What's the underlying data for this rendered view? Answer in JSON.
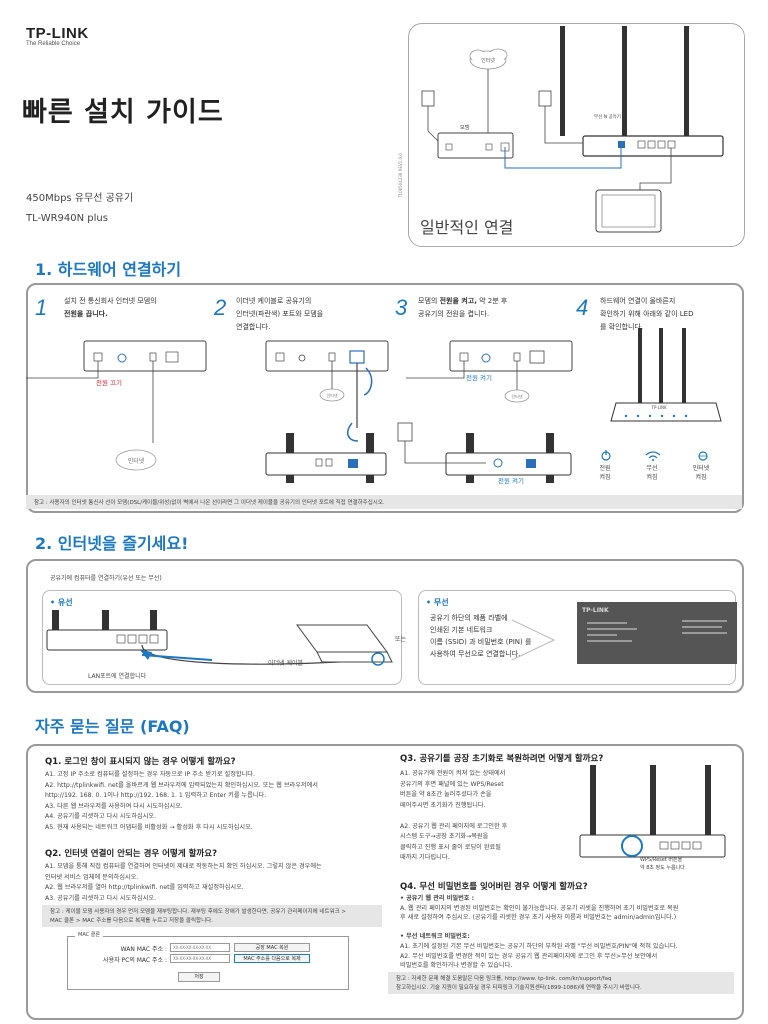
{
  "brand": {
    "logo": "TP-LINK",
    "tagline": "The Reliable Choice"
  },
  "header": {
    "title": "빠른 설치 가이드",
    "model_line1": "450Mbps 유무선 공유기",
    "model_line2": "TL-WR940N  plus",
    "side_code": "7106504238 REV1.0.0"
  },
  "overview": {
    "label": "일반적인 연결",
    "internet": "인터넷",
    "modem": "모뎀",
    "router": "무선 N 공유기"
  },
  "section1": {
    "heading": "1. 하드웨어 연결하기",
    "steps": [
      {
        "num": "1",
        "text_a": "설치 전 통신회사 인터넷 모뎀의",
        "text_b": "전원을 끕니다."
      },
      {
        "num": "2",
        "text_a": "이더넷 케이블로 공유기의",
        "text_b": "인터넷(파란색) 포트와 모뎀을",
        "text_c": "연결합니다."
      },
      {
        "num": "3",
        "text_a": "모뎀의",
        "text_bold": "전원을 켜고,",
        "text_a2": " 약 2분 후",
        "text_b": "공유기의 전원을 켭니다."
      },
      {
        "num": "4",
        "text_a": "하드웨어 연결이 올바른지",
        "text_b": "확인하기 위해 아래와 같이 LED",
        "text_c": "를 확인합니다."
      }
    ],
    "power_off": "전원 끄기",
    "power_on": "전원 켜기",
    "power_on2": "전원 켜기",
    "internet": "인터넷",
    "internet2": "인터넷",
    "internet3": "인터넷",
    "leds": [
      {
        "name": "전원",
        "state": "켜짐"
      },
      {
        "name": "무선",
        "state": "켜짐"
      },
      {
        "name": "인터넷",
        "state": "켜짐"
      }
    ],
    "note": "참고 : 사용자의 인터넷 통신사 선이 모뎀(DSL/케이블/위성)없이 벽에서 나온 선이라면 그 이더넷 케이블을 공유기의 인터넷 포트에 직접 연결하주십시오."
  },
  "section2": {
    "heading": "2. 인터넷을 즐기세요!",
    "intro": "공유기에 컴퓨터를 연결하기(유선 또는 무선)",
    "wired": "• 유선",
    "wireless": "• 무선",
    "or": "또는",
    "cable": "이더넷 케이블",
    "lan": "LAN포트에 연결합니다",
    "wireless_text": [
      "공유기 하단의 제품 라벨에",
      "인쇄된 기본 네트워크",
      "이름 (SSID) 과 비밀번호 (PIN) 를",
      "사용하여 무선으로 연결합니다."
    ],
    "label_logo": "TP-LINK"
  },
  "faq": {
    "heading": "자주 묻는 질문 (FAQ)",
    "q1": "Q1. 로그인 창이 표시되지 않는 경우 어떻게 할까요?",
    "q1_answers": [
      "A1.   고정 IP 주소로 컴퓨터를 설정하는 경우 자동으로 IP 주소 받기로 설정합니다.",
      "A2.   http://tplinkwifi. net를 올바르게 웹 브라우저에 입력되었는지 확인하십시오. 또는 웹 브라우저에서",
      "         http://192. 168. 0. 1이나 http://192. 168. 1. 1 입력하고 Enter 키를 누릅니다.",
      "A3.   다른 웹 브라우저를 사용하여 다시 시도하십시오.",
      "A4.   공유기를 리셋하고 다시 시도하십시오.",
      "A5.   현재 사용되는 네트워크 어댑터를 비활성화 → 활성화 후 다시 시도하십시오."
    ],
    "q2": "Q2. 인터넷 연결이 안되는 경우 어떻게 할까요?",
    "q2_answers": [
      "A1.   모뎀을 통해 직접 컴퓨터를 연결하여 인터넷이 제대로 작동하는지 확인 하십시오.  그렇지 않은 경우에는",
      "         인터넷 서비스 업체에 문의하십시오.",
      "A2.   웹 브라우저를 열어 http://tplinkwifi. net를 입력하고 재설정하십시오.",
      "A3.   공유기를 리셋하고 다시 시도하십시오."
    ],
    "q2_note_a": "참고 : 케이블 모뎀 사용자의 경우 먼저 모뎀을 재부팅합니다.  재부팅 후에도 장애가 발생한다면, 공유기 관리페이지에 네트워크 >",
    "q2_note_b": "MAC 클론 > MAC 주소를 다음으로 복제를 누르고 저장을 클릭합니다.",
    "mac": {
      "legend": "MAC 클론",
      "wan_label": "WAN MAC 주소 :",
      "user_label": "사용자 PC의 MAC 주소 :",
      "wan_value": "XX-XX-XX-XX-XX-XX",
      "user_value": "XX-XX-XX-XX-XX-XX",
      "restore_btn": "공장 MAC 복원",
      "clone_btn": "MAC 주소를 다음으로 복제",
      "save_btn": "저장"
    },
    "q3": "Q3. 공유기를 공장 초기화로 복원하려면 어떻게 할까요?",
    "q3_answers": [
      "A1.   공유기에 전원이 켜져 있는 상태에서",
      "         공유기의 후면 패널에 있는 WPS/Reset",
      "         버튼을 약 8초간 눌러주셨다가 손을",
      "         떼어주시면 초기화가 진행됩니다.",
      "",
      "A2.   공유기 웹 관리 페이지에 로그인한 후",
      "         시스템 도구→공장 초기화→복원을",
      "         클릭하고 진행 표시 줄이 로딩이 완료될",
      "         때까지 기다립니다."
    ],
    "wps_label_a": "WPS/Reset 버튼을",
    "wps_label_b": "약 8초 정도 누릅니다",
    "q4": "Q4. 무선 비밀번호를 잊어버린 경우 어떻게 할까요?",
    "q4_answers": [
      "•  공유기 웹 관리 비밀번호 :",
      "A.   웹 관리 페이지의 변경된 비밀번호는 확인이 불가능합니다.  공유기 리셋을 진행하여 초기 비밀번호로 복원",
      "       후 새로 설정하여 주십시오. (공유기를 리셋한 경우 초기 사용자 이름과 비밀번호는 admin/admin입니다.)",
      "",
      "•  무선 네트워크 비밀번호:",
      "A1.   초기에 설정된 기본 무선 비밀번호는 공유기 하단의 부착된 라벨 \"무선 비밀번호/PIN\"에 적혀 있습니다.",
      "A2.   무선 비밀번호를 변경한 적이 있는 경우 공유기 웹 관리페이지에 로그인 후 무선>무선 보안에서",
      "         비밀번호를 확인하거나 변경할 수 있습니다."
    ],
    "q4_note_a": "참고 : 자세한 문제 해결 도움말은 다음 링크를, http://www. tp-link. com/kr/support/faq",
    "q4_note_b": "참고하십시오.  기술 지원이 필요하실 경우 티피링크 기술지원센터(1899-1086)에 연락을 주시기 바랍니다."
  }
}
